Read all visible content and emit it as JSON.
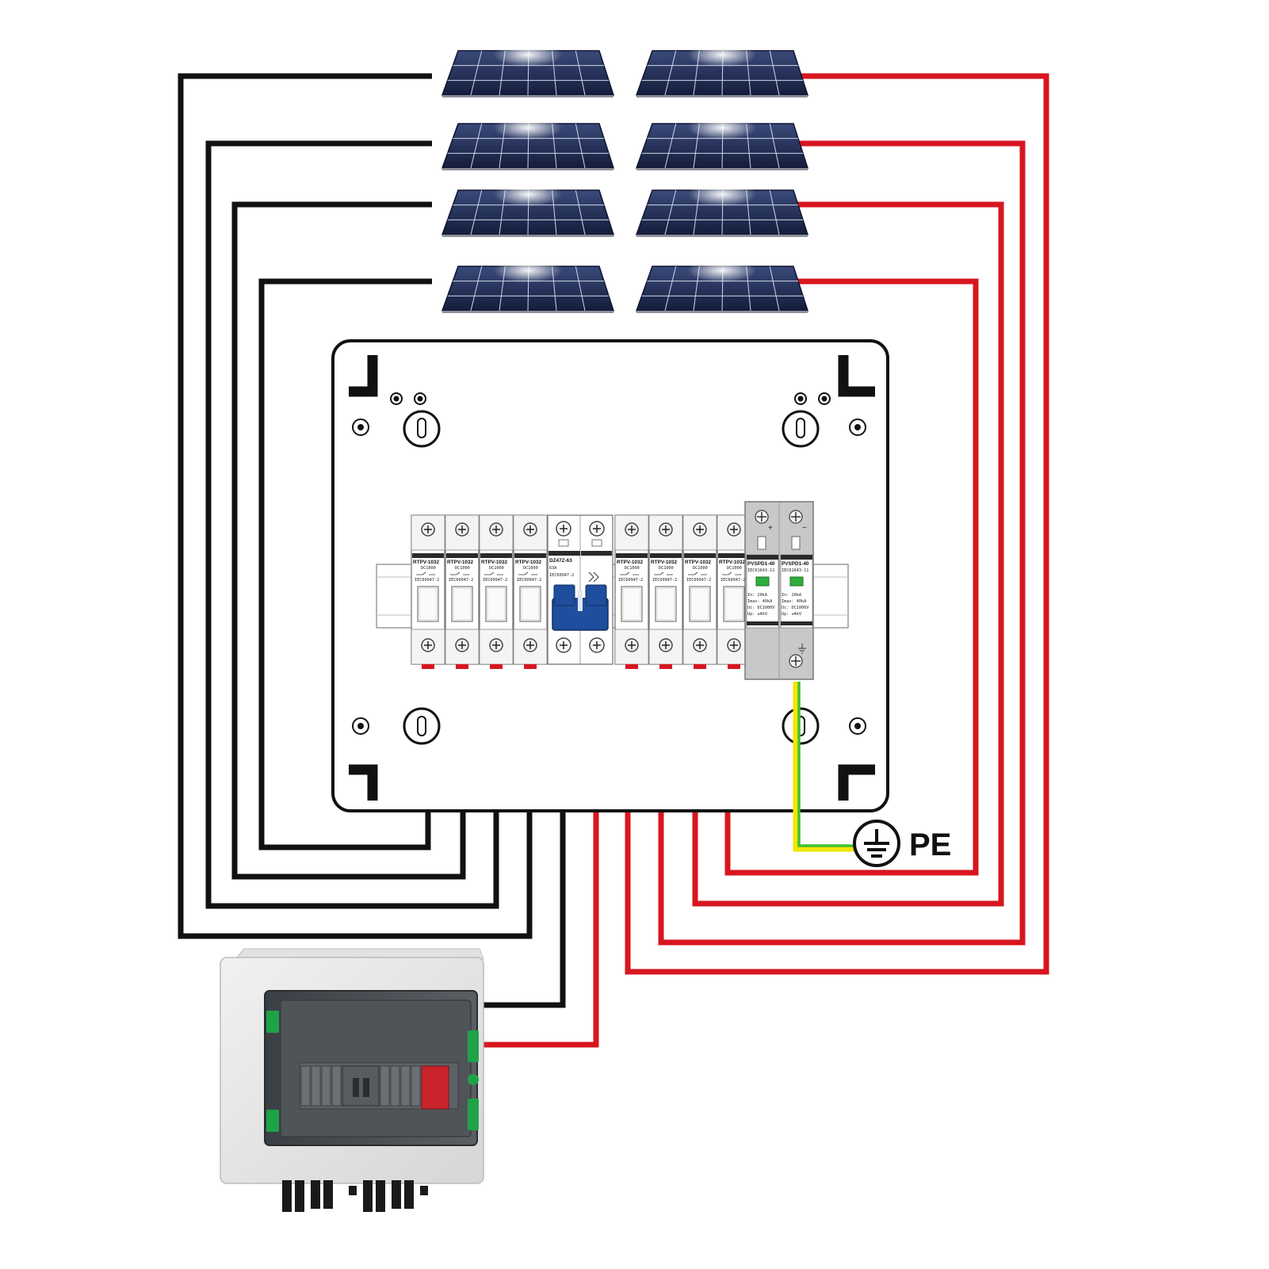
{
  "colors": {
    "negative_wire": "#111111",
    "positive_wire": "#d7161f",
    "earth_wire_a": "#f2e600",
    "earth_wire_b": "#3fbf32",
    "breaker_handle_blue": "#1f4e9e",
    "spd_body": "#c8c8c8",
    "panel_cell": "#1d2a52",
    "enclosure_clip": "#1fa347",
    "spd_red": "#d7161f"
  },
  "solar_array": {
    "rows": 4,
    "panels_per_row": 2
  },
  "breakers": {
    "string_breaker_model": "RTPV-1032",
    "string_breaker_rating": "DC1000",
    "string_breaker_standard": "IEC60947-2",
    "main_switch_model": "DZ47Z-63",
    "main_switch_rating": "63A",
    "main_switch_standard": "IEC60947-2",
    "spd_model": "PVSPD1-40",
    "spd_standard": "IEC61643-11",
    "spd_specs": [
      "In: 20kA",
      "Imax: 40kA",
      "Uc: DC1000V",
      "Up: ≤4kV"
    ],
    "spd_plus": "+",
    "spd_minus": "−"
  },
  "earth": {
    "label": "PE",
    "icon": "ground-icon"
  }
}
